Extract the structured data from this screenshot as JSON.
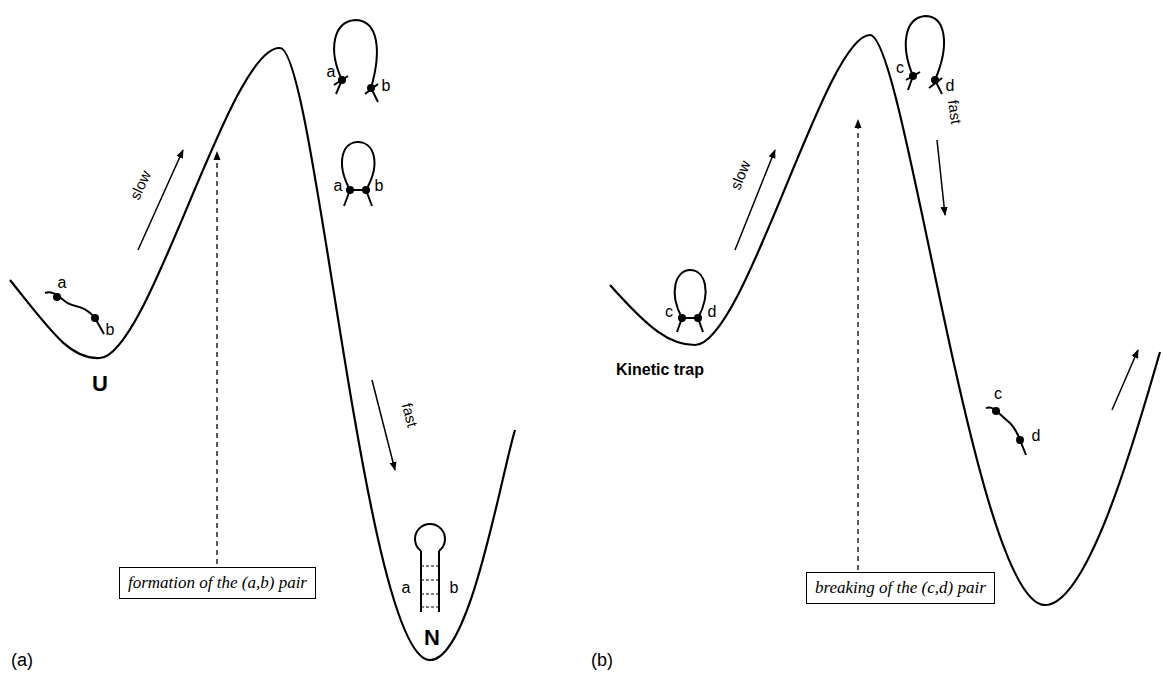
{
  "diagram": {
    "nodes": [
      {
        "text": [
          "formation of the (a,b) pair"
        ]
      },
      {
        "text": [
          "breaking of the (c,d) pair"
        ]
      }
    ],
    "labels": [
      "a",
      "b",
      "slow",
      "U",
      "a",
      "b",
      "a",
      "b",
      "fast",
      "a",
      "b",
      "N",
      "(a)",
      "c",
      "d",
      "Kinetic trap",
      "slow",
      "c",
      "d",
      "fast",
      "c",
      "d",
      "(b)"
    ]
  }
}
